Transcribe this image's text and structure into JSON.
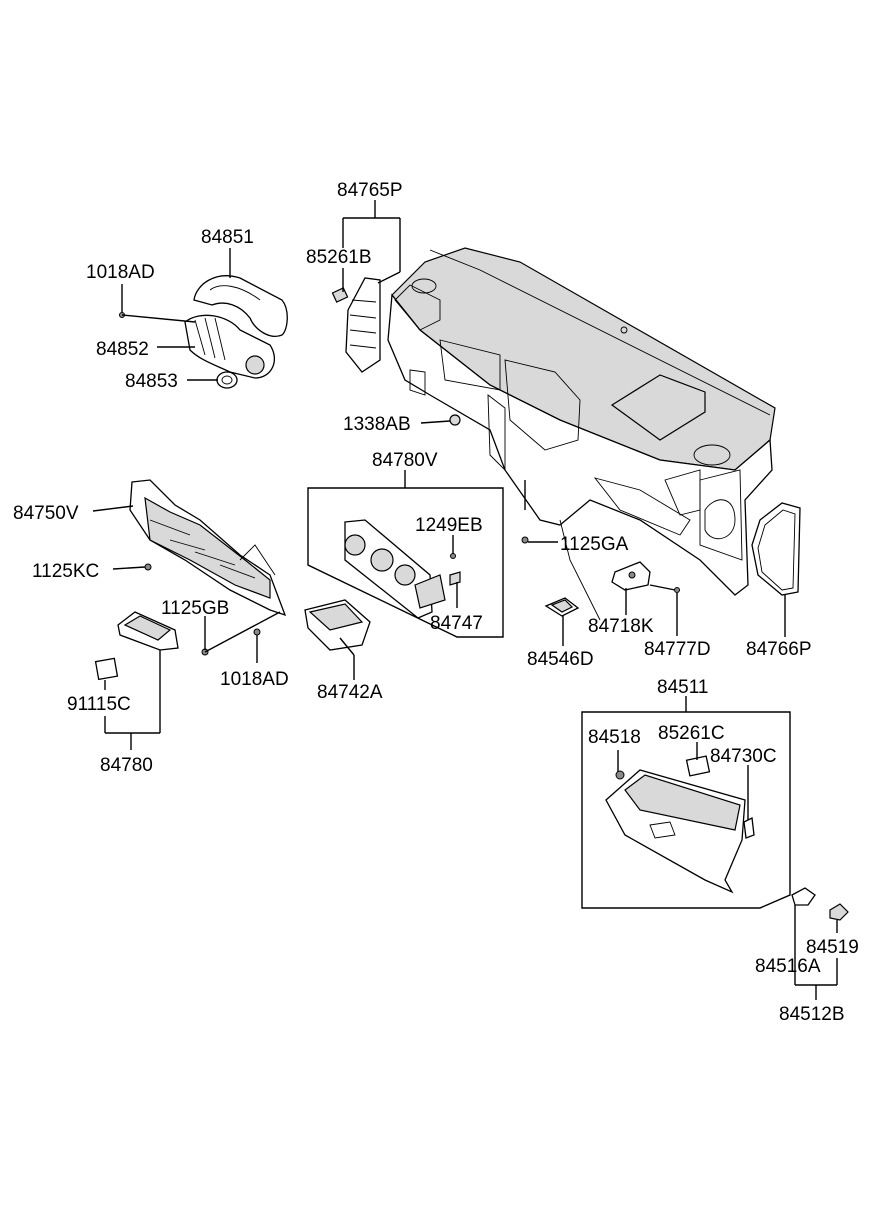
{
  "labels": {
    "p84765P": "84765P",
    "p84851": "84851",
    "p85261B": "85261B",
    "p1018AD_top": "1018AD",
    "p84852": "84852",
    "p84853": "84853",
    "p1338AB": "1338AB",
    "p84780V": "84780V",
    "p84750V": "84750V",
    "p1249EB": "1249EB",
    "p1125GA": "1125GA",
    "p1125KC": "1125KC",
    "p84747": "84747",
    "p1125GB": "1125GB",
    "p84718K": "84718K",
    "p84546D": "84546D",
    "p84777D": "84777D",
    "p84766P": "84766P",
    "p1018AD_bottom": "1018AD",
    "p84742A": "84742A",
    "p91115C": "91115C",
    "p84780": "84780",
    "p84511": "84511",
    "p84518": "84518",
    "p85261C": "85261C",
    "p84730C": "84730C",
    "p84519": "84519",
    "p84516A": "84516A",
    "p84512B": "84512B"
  },
  "colors": {
    "line": "#000000",
    "shade": "#d9d9d9",
    "dark": "#8a8a8a",
    "background": "#ffffff"
  }
}
